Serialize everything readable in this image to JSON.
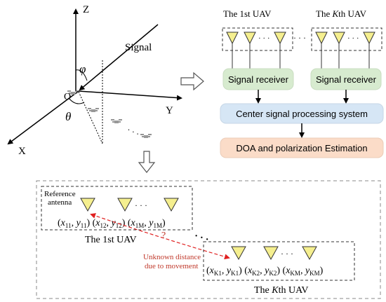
{
  "axes": {
    "z": "Z",
    "y": "Y",
    "x": "X",
    "origin": "O",
    "phi": "φ",
    "theta": "θ"
  },
  "signal_label": "Signal",
  "top_right": {
    "uav_1": "The 1st UAV",
    "uav_k_prefix": "The ",
    "uav_k_italic": "K",
    "uav_k_suffix": "th UAV",
    "ellipsis": "· · ·",
    "receiver_1": "Signal receiver",
    "receiver_2": "Signal receiver",
    "center": "Center signal processing system",
    "doa": "DOA and polarization Estimation"
  },
  "bottom": {
    "reference_line1": "Reference",
    "reference_line2": "antenna",
    "uav1_coords": [
      {
        "v": "x",
        "sub": "11",
        "w": "y",
        "wsub": "11"
      },
      {
        "v": "x",
        "sub": "12",
        "w": "y",
        "wsub": "12"
      },
      {
        "v": "x",
        "sub": "1M",
        "w": "y",
        "wsub": "1M"
      }
    ],
    "uavk_coords": [
      {
        "v": "x",
        "sub": "K1",
        "w": "y",
        "wsub": "K1"
      },
      {
        "v": "x",
        "sub": "K2",
        "w": "y",
        "wsub": "K2"
      },
      {
        "v": "x",
        "sub": "KM",
        "w": "y",
        "wsub": "KM"
      }
    ],
    "uav1_label": "The 1st UAV",
    "uavk_prefix": "The ",
    "uavk_italic": "K",
    "uavk_suffix": "th UAV",
    "question": "?",
    "unknown_line1": "Unknown distance",
    "unknown_line2": "due to movement",
    "ellipsis": "· · ·"
  },
  "colors": {
    "antenna_fill": "#f5ef8f",
    "receiver_fill": "#d7ebcf",
    "center_fill": "#d6e6f5",
    "doa_fill": "#fbdcc8",
    "unknown_text": "#c0392b",
    "arrow_red": "#e02020"
  }
}
